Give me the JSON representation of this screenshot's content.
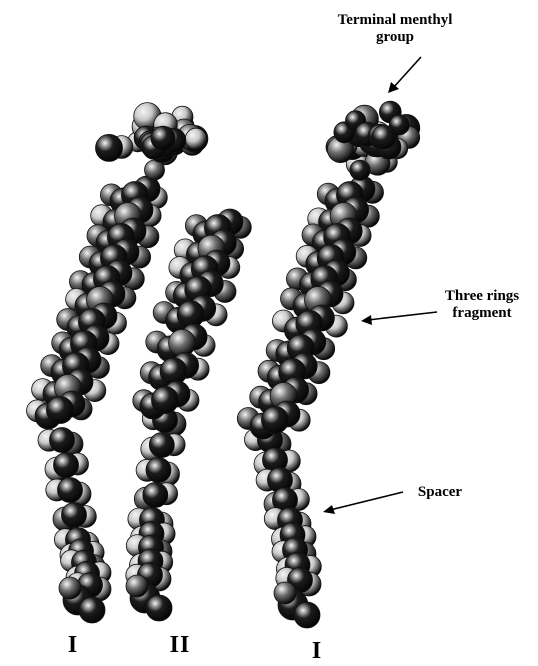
{
  "annotations": {
    "terminal_menthyl": [
      "Terminal menthyl",
      "group"
    ],
    "three_rings": [
      "Three rings",
      "fragment"
    ],
    "spacer": "Spacer"
  },
  "molecule_labels": {
    "left": "I",
    "middle": "II",
    "right": "I"
  },
  "atom_shades": {
    "dark": "#1c1c1c",
    "mid": "#6e6e6e",
    "light": "#c9c9c9",
    "highlight": "#f4f4f4"
  }
}
